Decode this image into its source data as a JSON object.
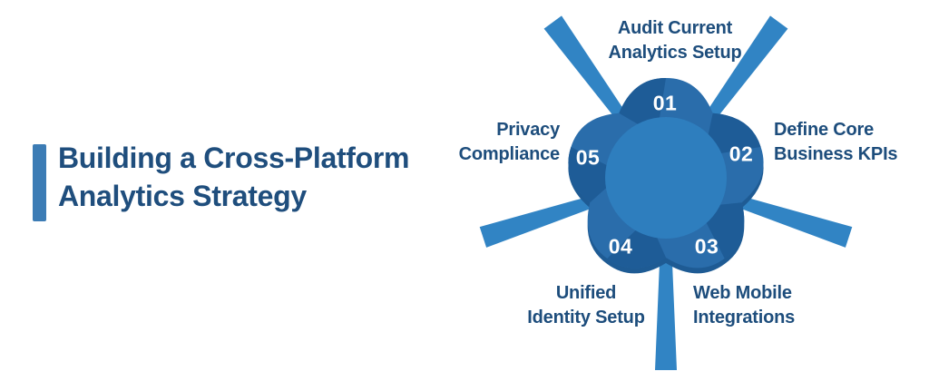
{
  "title": {
    "lines": [
      "Building a Cross-Platform",
      "Analytics Strategy"
    ]
  },
  "diagram": {
    "steps": [
      {
        "number": "01",
        "label_lines": [
          "Audit Current",
          "Analytics Setup"
        ]
      },
      {
        "number": "02",
        "label_lines": [
          "Define Core",
          "Business KPIs"
        ]
      },
      {
        "number": "03",
        "label_lines": [
          "Web Mobile",
          "Integrations"
        ]
      },
      {
        "number": "04",
        "label_lines": [
          "Unified",
          "Identity Setup"
        ]
      },
      {
        "number": "05",
        "label_lines": [
          "Privacy",
          "Compliance"
        ]
      }
    ]
  },
  "colors": {
    "background": "#FFFFFF",
    "accent_bar": "#3C7CB5",
    "title_text": "#1F4E7D",
    "label_text": "#1D4D7C",
    "number_text": "#FFFFFF",
    "petal": "#2A6DAB",
    "petal_shadow": "#1E5C97",
    "flower_underlayer": "#1E5B94",
    "center_circle": "#2E7EBE",
    "ray": "#3184C4"
  }
}
